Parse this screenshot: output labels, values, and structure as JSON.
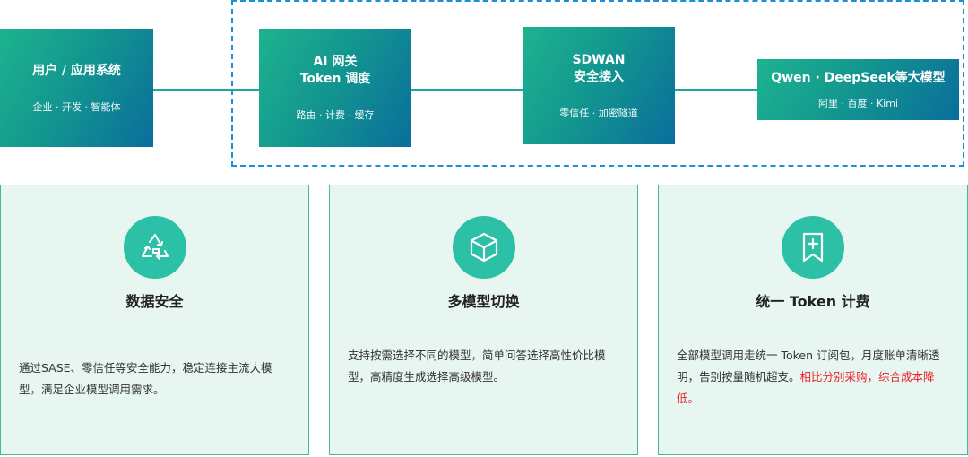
{
  "flow": {
    "user": {
      "title": "用户 / 应用系统",
      "sub": "企业 · 开发 · 智能体"
    },
    "gateway": {
      "title": "AI 网关\nToken 调度",
      "sub": "路由 · 计费 · 缓存"
    },
    "sdwan": {
      "title": "SDWAN\n安全接入",
      "sub": "零信任 · 加密隧道"
    },
    "models": {
      "title": "Qwen · DeepSeek等大模型",
      "sub": "阿里 · 百度 · Kimi"
    }
  },
  "cards": [
    {
      "icon": "recycle-shield-icon",
      "title": "数据安全",
      "desc": "通过SASE、零信任等安全能力，稳定连接主流大模型，满足企业模型调用需求。"
    },
    {
      "icon": "cube-icon",
      "title": "多模型切换",
      "desc": "支持按需选择不同的模型，简单问答选择高性价比模型，高精度生成选择高级模型。"
    },
    {
      "icon": "bookmark-plus-icon",
      "title": "统一 Token 计费",
      "desc": "全部模型调用走统一 Token 订阅包，月度账单清晰透明，告别按量随机超支。",
      "desc_highlight": "相比分别采购，综合成本降低。"
    }
  ],
  "colors": {
    "accent": "#2cc0a7",
    "frame": "#1a8fd6",
    "highlight": "#e8222a"
  }
}
